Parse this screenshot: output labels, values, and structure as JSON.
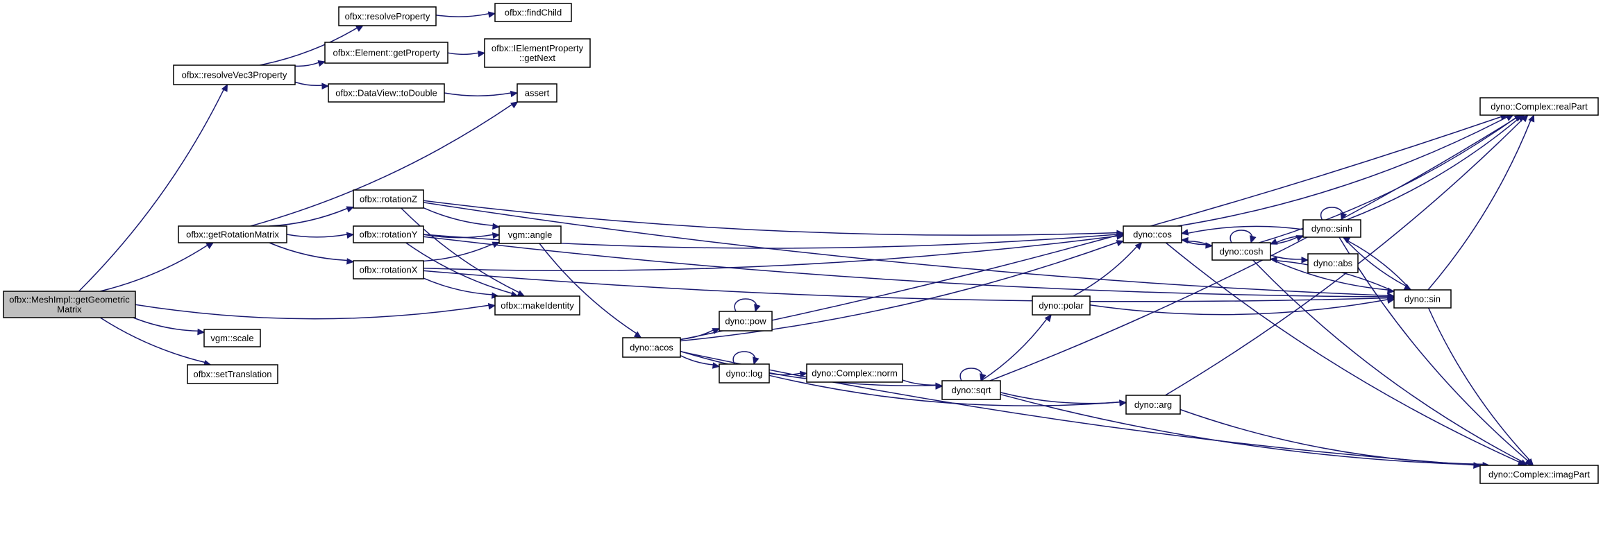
{
  "graph": {
    "root": "getgeom",
    "nodes": [
      {
        "id": "getgeom",
        "lines": [
          "ofbx::MeshImpl::getGeometric",
          "Matrix"
        ]
      },
      {
        "id": "resvec3",
        "lines": [
          "ofbx::resolveVec3Property"
        ]
      },
      {
        "id": "getrot",
        "lines": [
          "ofbx::getRotationMatrix"
        ]
      },
      {
        "id": "scale",
        "lines": [
          "vgm::scale"
        ]
      },
      {
        "id": "settrans",
        "lines": [
          "ofbx::setTranslation"
        ]
      },
      {
        "id": "resprop",
        "lines": [
          "ofbx::resolveProperty"
        ]
      },
      {
        "id": "elemgetprop",
        "lines": [
          "ofbx::Element::getProperty"
        ]
      },
      {
        "id": "todouble",
        "lines": [
          "ofbx::DataView::toDouble"
        ]
      },
      {
        "id": "findchild",
        "lines": [
          "ofbx::findChild"
        ]
      },
      {
        "id": "getnext",
        "lines": [
          "ofbx::IElementProperty",
          "::getNext"
        ]
      },
      {
        "id": "assert",
        "lines": [
          "assert"
        ]
      },
      {
        "id": "rotz",
        "lines": [
          "ofbx::rotationZ"
        ]
      },
      {
        "id": "roty",
        "lines": [
          "ofbx::rotationY"
        ]
      },
      {
        "id": "rotx",
        "lines": [
          "ofbx::rotationX"
        ]
      },
      {
        "id": "angle",
        "lines": [
          "vgm::angle"
        ]
      },
      {
        "id": "makeid",
        "lines": [
          "ofbx::makeIdentity"
        ]
      },
      {
        "id": "acos",
        "lines": [
          "dyno::acos"
        ]
      },
      {
        "id": "pow",
        "lines": [
          "dyno::pow"
        ]
      },
      {
        "id": "log",
        "lines": [
          "dyno::log"
        ]
      },
      {
        "id": "norm",
        "lines": [
          "dyno::Complex::norm"
        ]
      },
      {
        "id": "sqrt",
        "lines": [
          "dyno::sqrt"
        ]
      },
      {
        "id": "polar",
        "lines": [
          "dyno::polar"
        ]
      },
      {
        "id": "arg",
        "lines": [
          "dyno::arg"
        ]
      },
      {
        "id": "cos",
        "lines": [
          "dyno::cos"
        ]
      },
      {
        "id": "cosh",
        "lines": [
          "dyno::cosh"
        ]
      },
      {
        "id": "sinh",
        "lines": [
          "dyno::sinh"
        ]
      },
      {
        "id": "abs",
        "lines": [
          "dyno::abs"
        ]
      },
      {
        "id": "sin",
        "lines": [
          "dyno::sin"
        ]
      },
      {
        "id": "realpart",
        "lines": [
          "dyno::Complex::realPart"
        ]
      },
      {
        "id": "imagpart",
        "lines": [
          "dyno::Complex::imagPart"
        ]
      }
    ],
    "edges": [
      [
        "getgeom",
        "resvec3"
      ],
      [
        "getgeom",
        "getrot"
      ],
      [
        "getgeom",
        "makeid"
      ],
      [
        "getgeom",
        "scale"
      ],
      [
        "getgeom",
        "settrans"
      ],
      [
        "resvec3",
        "resprop"
      ],
      [
        "resvec3",
        "elemgetprop"
      ],
      [
        "resvec3",
        "todouble"
      ],
      [
        "resprop",
        "findchild"
      ],
      [
        "elemgetprop",
        "getnext"
      ],
      [
        "todouble",
        "assert"
      ],
      [
        "getrot",
        "assert"
      ],
      [
        "getrot",
        "rotz"
      ],
      [
        "getrot",
        "roty"
      ],
      [
        "getrot",
        "rotx"
      ],
      [
        "rotz",
        "angle"
      ],
      [
        "rotz",
        "makeid"
      ],
      [
        "rotz",
        "cos"
      ],
      [
        "rotz",
        "sin"
      ],
      [
        "roty",
        "angle"
      ],
      [
        "roty",
        "makeid"
      ],
      [
        "roty",
        "cos"
      ],
      [
        "roty",
        "sin"
      ],
      [
        "rotx",
        "angle"
      ],
      [
        "rotx",
        "makeid"
      ],
      [
        "rotx",
        "cos"
      ],
      [
        "rotx",
        "sin"
      ],
      [
        "angle",
        "acos"
      ],
      [
        "acos",
        "pow"
      ],
      [
        "acos",
        "log"
      ],
      [
        "acos",
        "sqrt"
      ],
      [
        "acos",
        "realpart"
      ],
      [
        "acos",
        "imagpart"
      ],
      [
        "acos",
        "cos"
      ],
      [
        "pow",
        "pow"
      ],
      [
        "log",
        "log"
      ],
      [
        "log",
        "norm"
      ],
      [
        "log",
        "arg"
      ],
      [
        "norm",
        "sqrt"
      ],
      [
        "sqrt",
        "sqrt"
      ],
      [
        "sqrt",
        "polar"
      ],
      [
        "sqrt",
        "arg"
      ],
      [
        "sqrt",
        "realpart"
      ],
      [
        "sqrt",
        "imagpart"
      ],
      [
        "polar",
        "cos"
      ],
      [
        "polar",
        "sin"
      ],
      [
        "arg",
        "realpart"
      ],
      [
        "arg",
        "imagpart"
      ],
      [
        "cos",
        "cosh"
      ],
      [
        "cos",
        "realpart"
      ],
      [
        "cos",
        "imagpart"
      ],
      [
        "cosh",
        "cosh"
      ],
      [
        "cosh",
        "cos"
      ],
      [
        "cosh",
        "sinh"
      ],
      [
        "cosh",
        "abs"
      ],
      [
        "cosh",
        "sin"
      ],
      [
        "cosh",
        "realpart"
      ],
      [
        "cosh",
        "imagpart"
      ],
      [
        "sinh",
        "sinh"
      ],
      [
        "sinh",
        "cos"
      ],
      [
        "sinh",
        "cosh"
      ],
      [
        "sinh",
        "sin"
      ],
      [
        "sinh",
        "realpart"
      ],
      [
        "sinh",
        "imagpart"
      ],
      [
        "sin",
        "sinh"
      ],
      [
        "sin",
        "cosh"
      ],
      [
        "sin",
        "realpart"
      ],
      [
        "sin",
        "imagpart"
      ]
    ]
  },
  "colors": {
    "edge": "#191970",
    "root_fill": "#bfbfbf",
    "node_fill": "#ffffff",
    "node_stroke": "#000000"
  }
}
